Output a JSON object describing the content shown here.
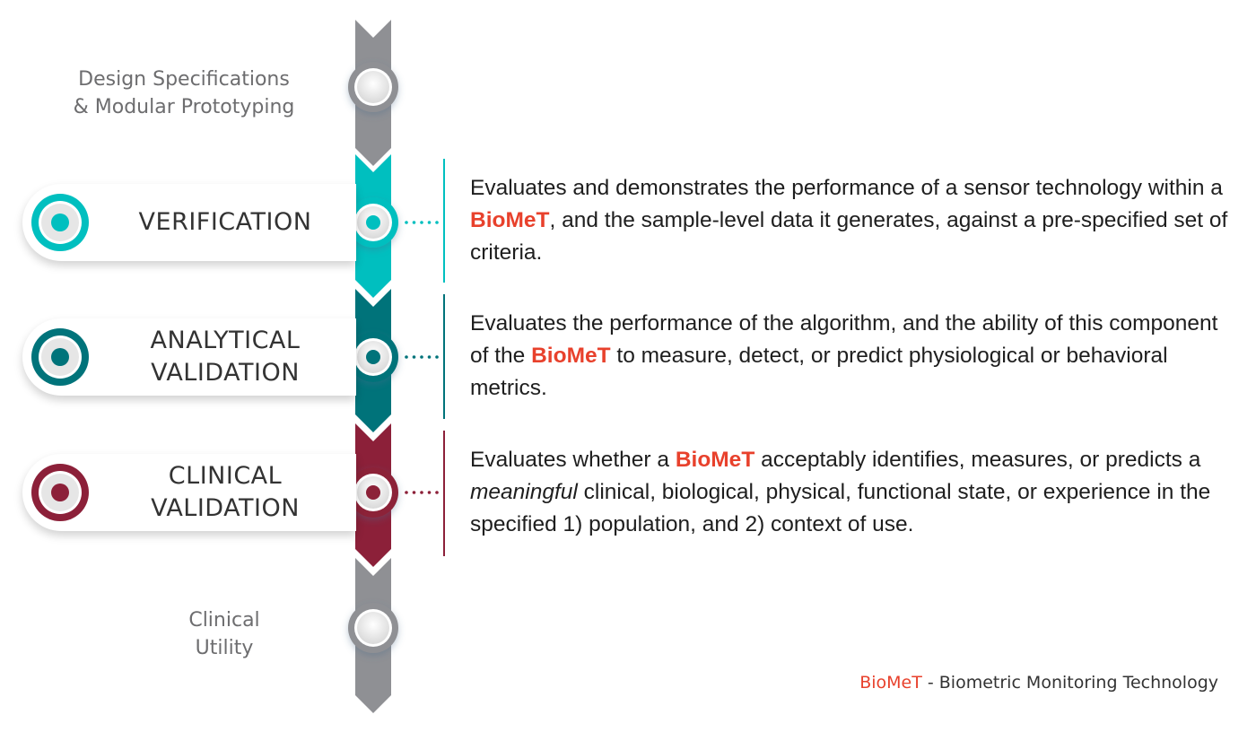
{
  "colors": {
    "gray": "#8f9094",
    "teal": "#00bfbf",
    "dark_teal": "#00737a",
    "maroon": "#8c2039",
    "brand_red": "#e8412c"
  },
  "stages": {
    "design": {
      "line1": "Design Specifications",
      "line2": "& Modular Prototyping"
    },
    "verification": {
      "label": "VERIFICATION",
      "desc_pre": "Evaluates and demonstrates the performance of a sensor technology within a ",
      "desc_brand": "BioMeT",
      "desc_post": ", and the sample-level data it generates, against a pre-specified set of criteria."
    },
    "analytical": {
      "line1": "ANALYTICAL",
      "line2": "VALIDATION",
      "desc_pre": "Evaluates the performance of the algorithm, and the ability of this component of the ",
      "desc_brand": "BioMeT",
      "desc_post": " to measure, detect, or predict physiological or behavioral metrics."
    },
    "clinical": {
      "line1": "CLINICAL",
      "line2": "VALIDATION",
      "desc_pre": "Evaluates whether a ",
      "desc_brand": "BioMeT",
      "desc_mid": " acceptably identifies, measures, or predicts a ",
      "desc_em": "meaningful",
      "desc_post": " clinical, biological, physical, functional state, or experience in the specified 1) population, and 2) context of use."
    },
    "utility": {
      "line1": "Clinical",
      "line2": "Utility"
    }
  },
  "footer": {
    "brand": "BioMeT",
    "text": " - Biometric Monitoring Technology"
  }
}
